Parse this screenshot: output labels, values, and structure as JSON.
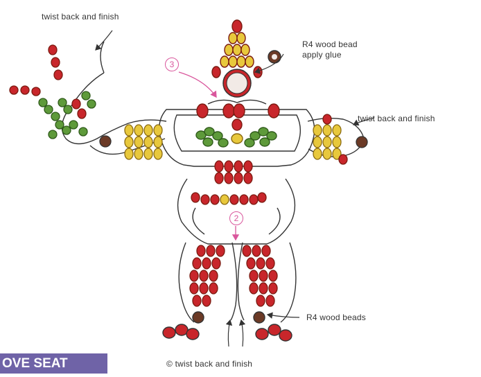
{
  "labels": {
    "top_left": "twist back and finish",
    "head_bead": "R4 wood bead\napply glue",
    "right_hand": "twist back and finish",
    "feet": "R4 wood beads",
    "bottom": "© twist back and finish"
  },
  "steps": {
    "step3": "3",
    "step2": "2"
  },
  "banner": "OVE SEAT",
  "colors": {
    "red": "#c8262b",
    "green": "#5e9a3a",
    "yellow": "#e8c83c",
    "wood": "#6b3a26",
    "wire": "#333333",
    "pink": "#d9569c",
    "banner": "#6f63a7"
  }
}
